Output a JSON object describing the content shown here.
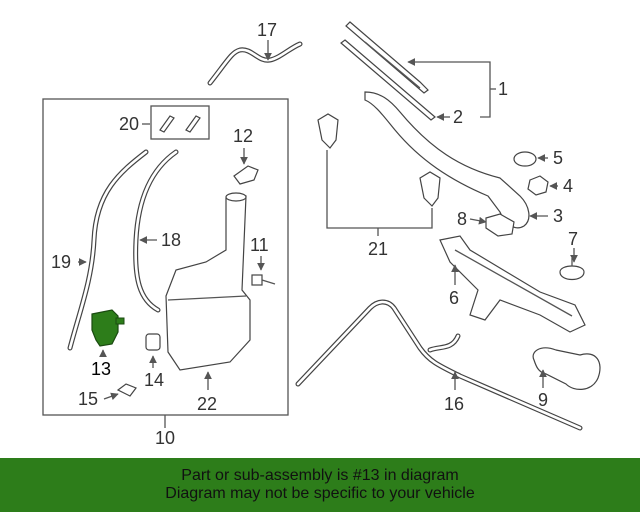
{
  "colors": {
    "banner_background": "#2d7d1a",
    "highlight_part": "#2d7d1a",
    "line": "#555555",
    "label": "#333333"
  },
  "callouts": {
    "c1": "1",
    "c2": "2",
    "c3": "3",
    "c4": "4",
    "c5": "5",
    "c6": "6",
    "c7": "7",
    "c8": "8",
    "c9": "9",
    "c10": "10",
    "c11": "11",
    "c12": "12",
    "c13": "13",
    "c14": "14",
    "c15": "15",
    "c16": "16",
    "c17": "17",
    "c18": "18",
    "c19": "19",
    "c20": "20",
    "c21": "21",
    "c22": "22"
  },
  "highlighted_part": "13",
  "banner": {
    "line1": "Part or sub-assembly is #13 in diagram",
    "line2": "Diagram may not be specific to your vehicle"
  }
}
